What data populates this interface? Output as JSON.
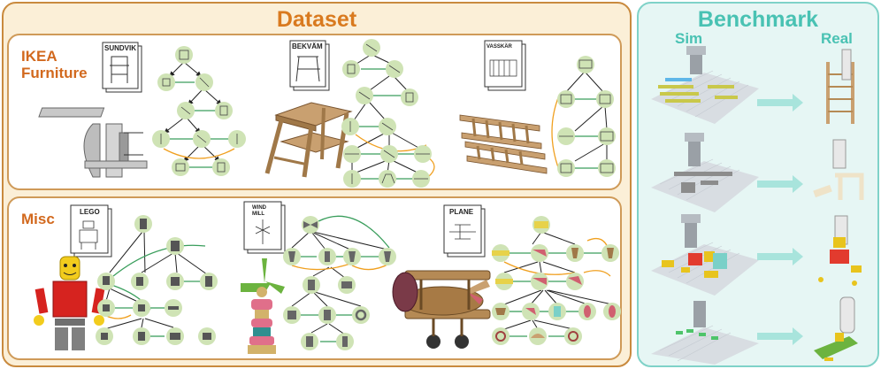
{
  "dataset": {
    "title": "Dataset",
    "ikea_label_line1": "IKEA",
    "ikea_label_line2": "Furniture",
    "misc_label": "Misc",
    "manuals": [
      "SUNDVIK",
      "BEKVÄM",
      "VASSKÄR",
      "LEGO",
      "WIND",
      "MILL",
      "PLANE"
    ]
  },
  "benchmark": {
    "title": "Benchmark",
    "sim_label": "Sim",
    "real_label": "Real"
  },
  "colors": {
    "dataset_border": "#c98a3e",
    "dataset_fill": "#fbefd7",
    "benchmark_border": "#7fd2c8",
    "node_fill": "#cfe3b5",
    "edge_green": "#3a9e5c",
    "edge_orange": "#f0a020",
    "arrow_teal": "#a8e4dc"
  }
}
